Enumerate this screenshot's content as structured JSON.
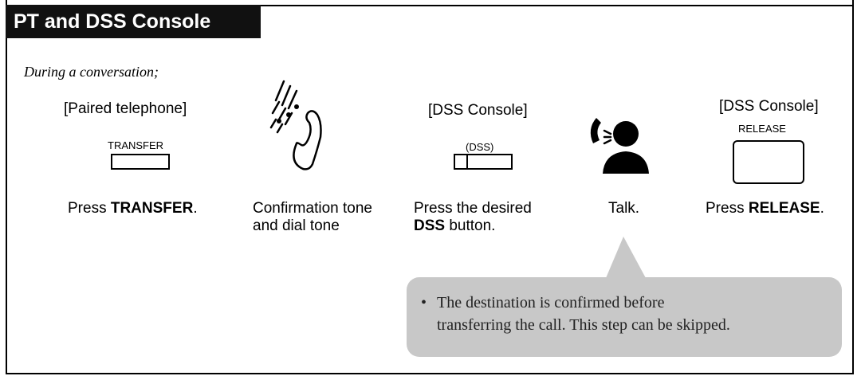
{
  "header": {
    "title": "PT and DSS Console"
  },
  "intro": "During  a conversation;",
  "steps": [
    {
      "device": "[Paired telephone]",
      "key_label": "TRANSFER",
      "caption_pre": "Press ",
      "caption_bold": "TRANSFER",
      "caption_post": "."
    },
    {
      "caption_line1": "Confirmation tone",
      "caption_line2": "and dial tone"
    },
    {
      "device": "[DSS Console]",
      "key_label": "(DSS)",
      "caption_line1": "Press the desired",
      "caption_bold": "DSS",
      "caption_post": " button."
    },
    {
      "caption": "Talk."
    },
    {
      "device": "[DSS Console]",
      "key_label": "RELEASE",
      "caption_pre": "Press ",
      "caption_bold": "RELEASE",
      "caption_post": "."
    }
  ],
  "note": {
    "bullet": "•",
    "line1": "The destination is confirmed before",
    "line2": "transferring the call. This step can be skipped."
  },
  "icons": [
    "handset-tone-icon",
    "talking-person-icon"
  ]
}
